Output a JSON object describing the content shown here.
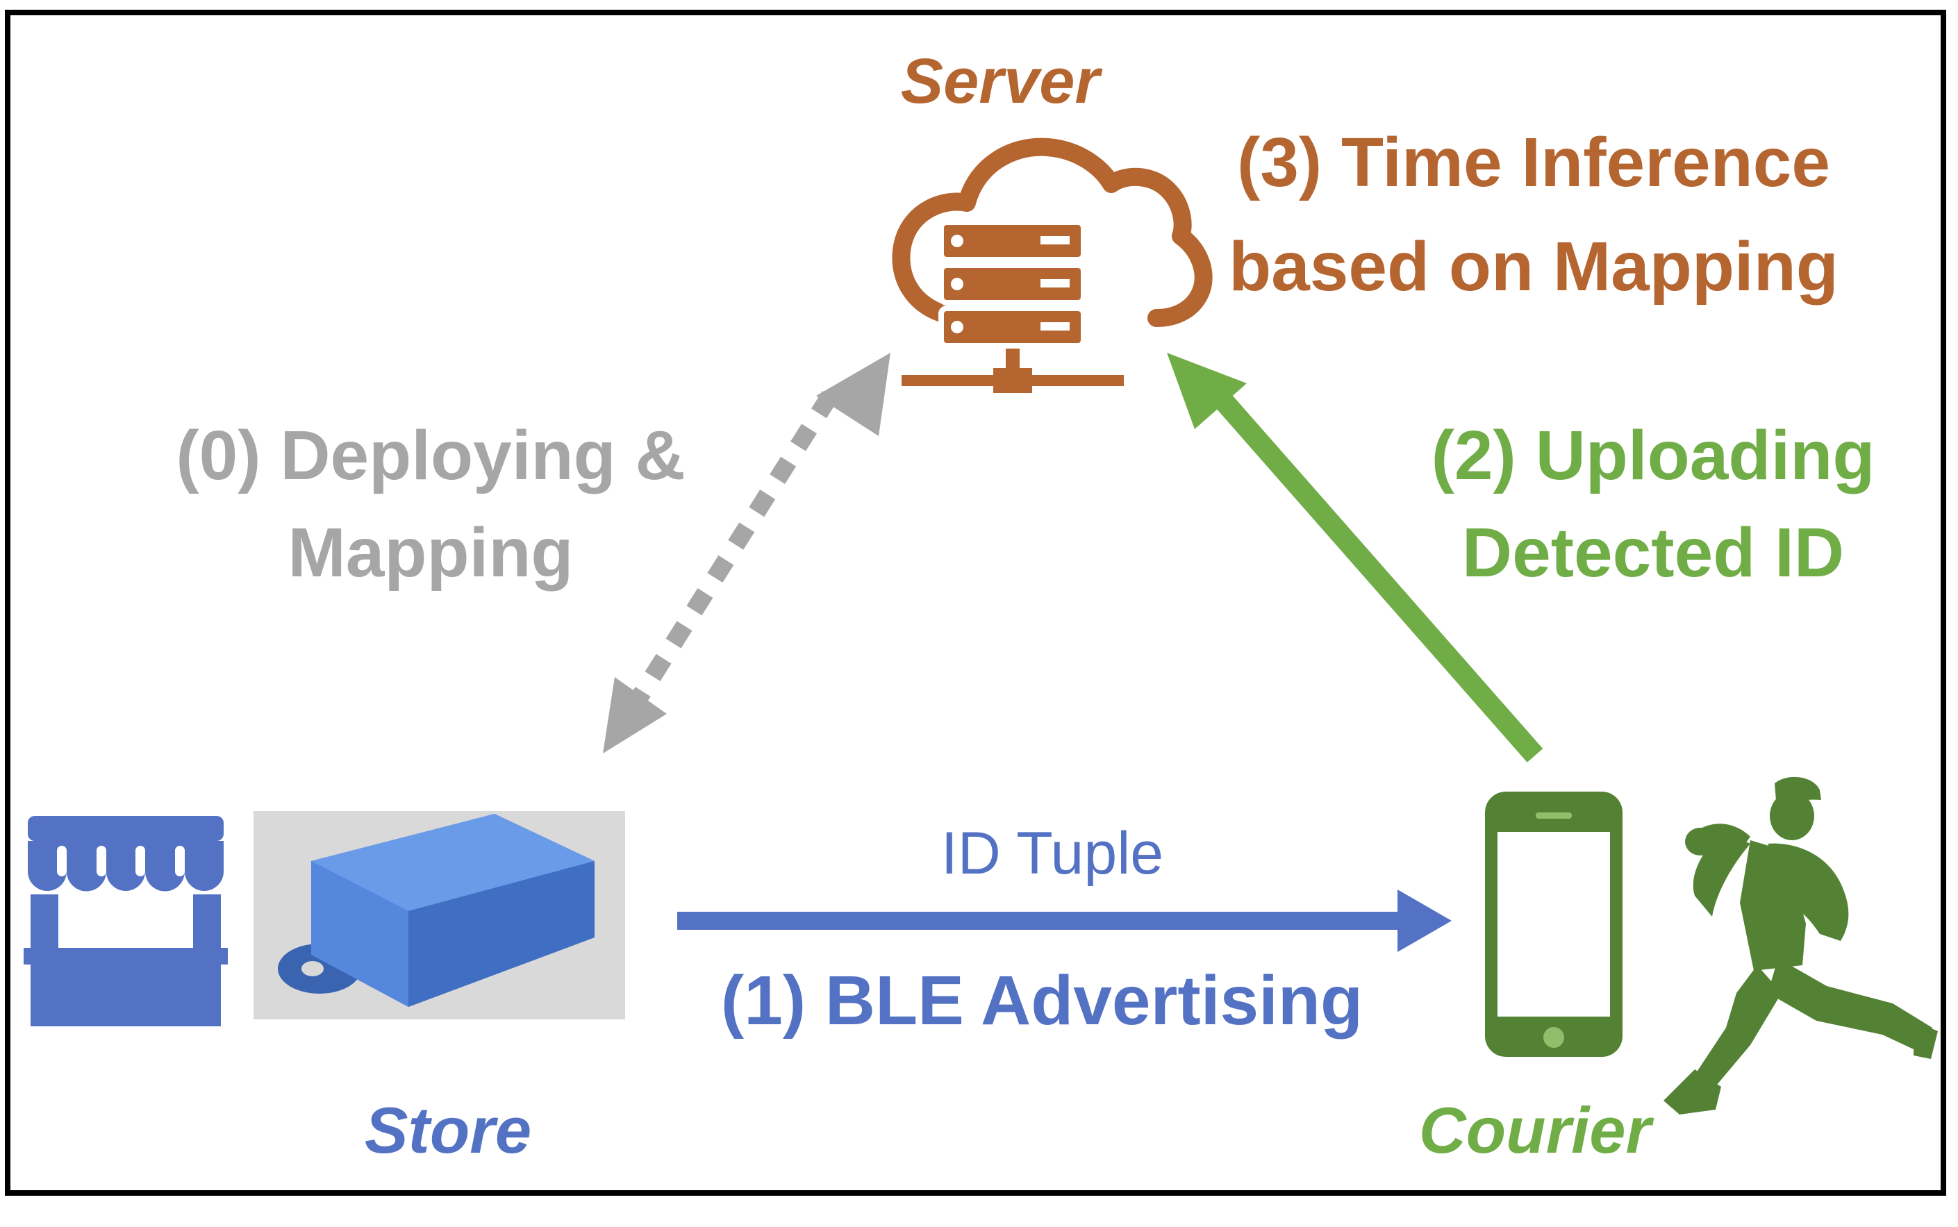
{
  "colors": {
    "server": "#B5652F",
    "store": "#5472C4",
    "courier": "#70AD47",
    "courier_dark": "#548235",
    "gray": "#9E9E9E",
    "device_bg": "#D9D9D9"
  },
  "icons": {
    "server": "cloud-server-icon",
    "store": "storefront-icon",
    "beacon": "ble-beacon-device-icon",
    "phone": "smartphone-icon",
    "courier": "running-courier-icon"
  },
  "labels": {
    "server": "Server",
    "store": "Store",
    "courier": "Courier"
  },
  "steps": {
    "deploying": {
      "line1": "(0) Deploying &",
      "line2": "Mapping"
    },
    "ble": {
      "tuple": "ID Tuple",
      "title": "(1) BLE Advertising"
    },
    "upload": {
      "line1": "(2) Uploading",
      "line2": "Detected ID"
    },
    "inference": {
      "line1": "(3) Time Inference",
      "line2": "based on Mapping"
    }
  }
}
